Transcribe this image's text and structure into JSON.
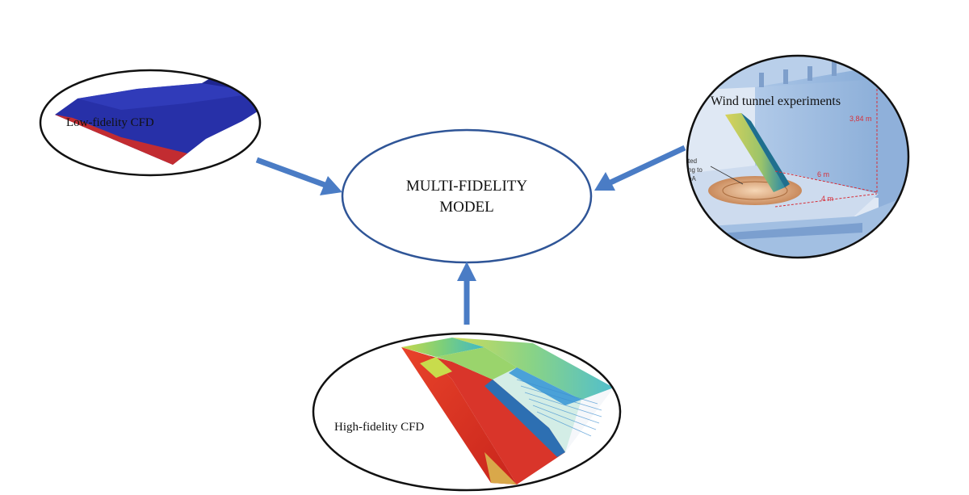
{
  "center": {
    "line1": "MULTI-FIDELITY",
    "line2": "MODEL"
  },
  "sources": {
    "low": {
      "label": "Low-fidelity CFD"
    },
    "high": {
      "label": "High-fidelity CFD"
    },
    "wind": {
      "label": "Wind tunnel experiments",
      "dim_height": "3,84 m",
      "dim_depth": "6 m",
      "dim_width": "4 m",
      "callout_lines": [
        "ted",
        "ng to",
        "oA"
      ]
    }
  },
  "colors": {
    "arrow": "#4a7cc5",
    "ellipse_center": "#2f5597",
    "ellipse_outer": "#111111",
    "dimension": "#d6303a"
  }
}
